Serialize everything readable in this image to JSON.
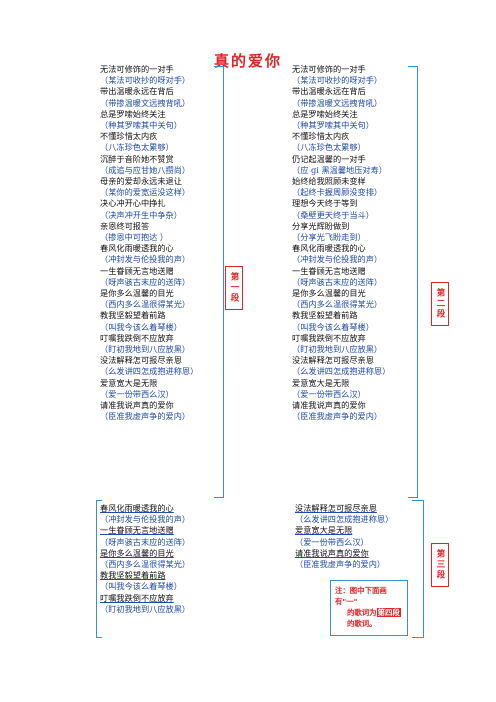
{
  "title": "真的爱你",
  "column1": [
    {
      "lyric": "无法可修饰的一对手",
      "pinyin": "（某法可收抄的呀对手）"
    },
    {
      "lyric": "带出温暖永远在背后",
      "pinyin": "（带掺温暖文远拽背吼）"
    },
    {
      "lyric": "总是罗嗦始终关注",
      "pinyin": "（种其罗嗦其中关句）"
    },
    {
      "lyric": "不懂珍惜太内疚",
      "pinyin": "（八冻珍色太累够）"
    },
    {
      "lyric": "沉醉于音阶她不赞赏",
      "pinyin": "（成追与应甘她八攒尚）"
    },
    {
      "lyric": "母亲的爱却永远未退让",
      "pinyin": "（某你的爱宽运没这样）"
    },
    {
      "lyric": "决心冲开心中挣扎",
      "pinyin": "（决声冲开生中争杂）"
    },
    {
      "lyric": "亲恩终可报答",
      "pinyin": "（掺恩中可抱达 ）"
    },
    {
      "lyric": "春风化雨暖透我的心",
      "pinyin": "（冲封发与伦投我的声）"
    },
    {
      "lyric": "一生眷顾无言地送赠",
      "pinyin": "（呀声骇古末应的送阵）"
    },
    {
      "lyric": "是你多么温馨的目光",
      "pinyin": "（西内多么温很得某光）"
    },
    {
      "lyric": "教我坚毅望着前路",
      "pinyin": "（叫我今该么着琴楼）"
    },
    {
      "lyric": "叮嘱我跌倒不应放弃",
      "pinyin": "（盯初我地到八应放黑）"
    },
    {
      "lyric": "没法解释怎可报尽亲恩",
      "pinyin": "（么发讲四怎成抱进称恩）"
    },
    {
      "lyric": "爱意宽大是无限",
      "pinyin": "（爱一份带西么汉）"
    },
    {
      "lyric": "请准我说声真的爱你",
      "pinyin": "（臣准我虚声争的爱内）"
    }
  ],
  "column2": [
    {
      "lyric": "无法可修饰的一对手",
      "pinyin": "（某法可收抄的呀对手）"
    },
    {
      "lyric": "带出温暖永远在背后",
      "pinyin": "（带掺温暖文远拽背吼）"
    },
    {
      "lyric": "总是罗嗦始终关注",
      "pinyin": "（种其罗嗦其中关句）"
    },
    {
      "lyric": "不懂珍惜太内疚",
      "pinyin": "（八冻珍色太累够）"
    },
    {
      "lyric": "仍记起温馨的一对手",
      "pinyin": "（应 gi 黑温馨地压对寿）"
    },
    {
      "lyric": "始终给我照顾未变样",
      "pinyin": "（起终卡握周顾没变排）"
    },
    {
      "lyric": "理想今天终于等到",
      "pinyin": "（桑壁更天终于当斗）"
    },
    {
      "lyric": "分享光辉盼做到",
      "pinyin": "（分享光飞盼走到）"
    },
    {
      "lyric": "春风化雨暖透我的心",
      "pinyin": "（冲封发与伦投我的声）"
    },
    {
      "lyric": "一生眷顾无言地送赠",
      "pinyin": "（呀声骇古末应的送阵）"
    },
    {
      "lyric": "是你多么温馨的目光",
      "pinyin": "（西内多么温很得某光）"
    },
    {
      "lyric": "教我坚毅望着前路",
      "pinyin": "（叫我今该么着琴楼）"
    },
    {
      "lyric": "叮嘱我跌倒不应放弃",
      "pinyin": "（盯初我地到八应放黑）"
    },
    {
      "lyric": "没法解释怎可报尽亲恩",
      "pinyin": "（么发讲四怎成抱进称恩）"
    },
    {
      "lyric": "爱意宽大是无限",
      "pinyin": "（爱一份带西么汉）"
    },
    {
      "lyric": "请准我说声真的爱你",
      "pinyin": "（臣准我虚声争的爱内）"
    }
  ],
  "column3": [
    {
      "lyric": "春风化雨暖透我的心",
      "pinyin": "（冲封发与伦投我的声）"
    },
    {
      "lyric": "一生眷顾无言地送赠",
      "pinyin": "（呀声骇古末应的送阵）"
    },
    {
      "lyric": "是你多么温馨的目光",
      "pinyin": "（西内多么温很得某光）"
    },
    {
      "lyric": "教我坚毅望着前路",
      "pinyin": "（叫我今该么着琴楼）"
    },
    {
      "lyric": "叮嘱我跌倒不应放弃",
      "pinyin": "（盯初我地到八应放黑）"
    }
  ],
  "column4": [
    {
      "lyric": "没法解释怎可报尽亲恩",
      "pinyin": "（么发讲四怎成抱进称恩）"
    },
    {
      "lyric": "爱意宽大是无限",
      "pinyin": "（爱一份带西么汉）"
    },
    {
      "lyric": "请准我说声真的爱你",
      "pinyin": "（臣准我虚声争的爱内）"
    }
  ],
  "tags": {
    "section1": "第一段",
    "section2": "第二段",
    "section3": "第三段"
  },
  "note": {
    "line1": "注：图中下面画有\"一\"",
    "line2_pre": "的歌词为",
    "line2_hl": "第四段",
    "line3": "的歌词。"
  },
  "colors": {
    "title": "#e0262a",
    "pinyin": "#1f4aa8",
    "brace": "#3b8fd1",
    "tag": "#e0262a"
  }
}
